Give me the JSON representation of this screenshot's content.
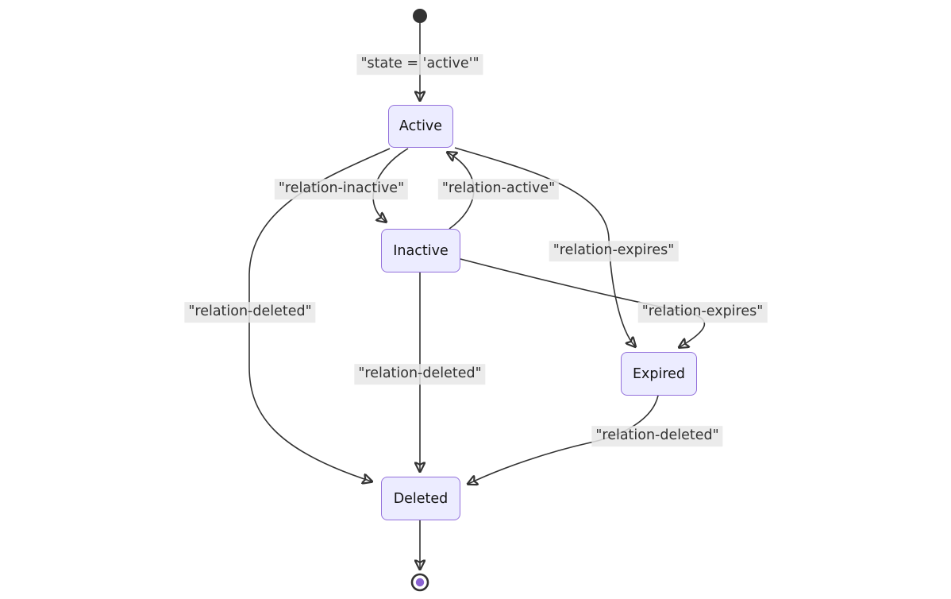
{
  "diagram": {
    "type": "state-diagram",
    "background": "#ffffff",
    "colors": {
      "node_fill": "#ECECFF",
      "node_border": "#9370DB",
      "node_text": "#131313",
      "edge_stroke": "#333333",
      "label_background": "#e8e8e8",
      "label_text": "#333333",
      "initial_dot": "#333333",
      "final_inner_dot": "#8a63d2"
    },
    "nodes": {
      "active": {
        "label": "Active"
      },
      "inactive": {
        "label": "Inactive"
      },
      "expired": {
        "label": "Expired"
      },
      "deleted": {
        "label": "Deleted"
      }
    },
    "edges": {
      "start_to_active": {
        "from": "start",
        "to": "Active",
        "label": "\"state = 'active'\""
      },
      "active_to_inactive": {
        "from": "Active",
        "to": "Inactive",
        "label": "\"relation-inactive\""
      },
      "inactive_to_active": {
        "from": "Inactive",
        "to": "Active",
        "label": "\"relation-active\""
      },
      "active_to_expired": {
        "from": "Active",
        "to": "Expired",
        "label": "\"relation-expires\""
      },
      "inactive_to_expired": {
        "from": "Inactive",
        "to": "Expired",
        "label": "\"relation-expires\""
      },
      "active_to_deleted": {
        "from": "Active",
        "to": "Deleted",
        "label": "\"relation-deleted\""
      },
      "inactive_to_deleted": {
        "from": "Inactive",
        "to": "Deleted",
        "label": "\"relation-deleted\""
      },
      "expired_to_deleted": {
        "from": "Expired",
        "to": "Deleted",
        "label": "\"relation-deleted\""
      },
      "deleted_to_end": {
        "from": "Deleted",
        "to": "end",
        "label": ""
      }
    }
  }
}
